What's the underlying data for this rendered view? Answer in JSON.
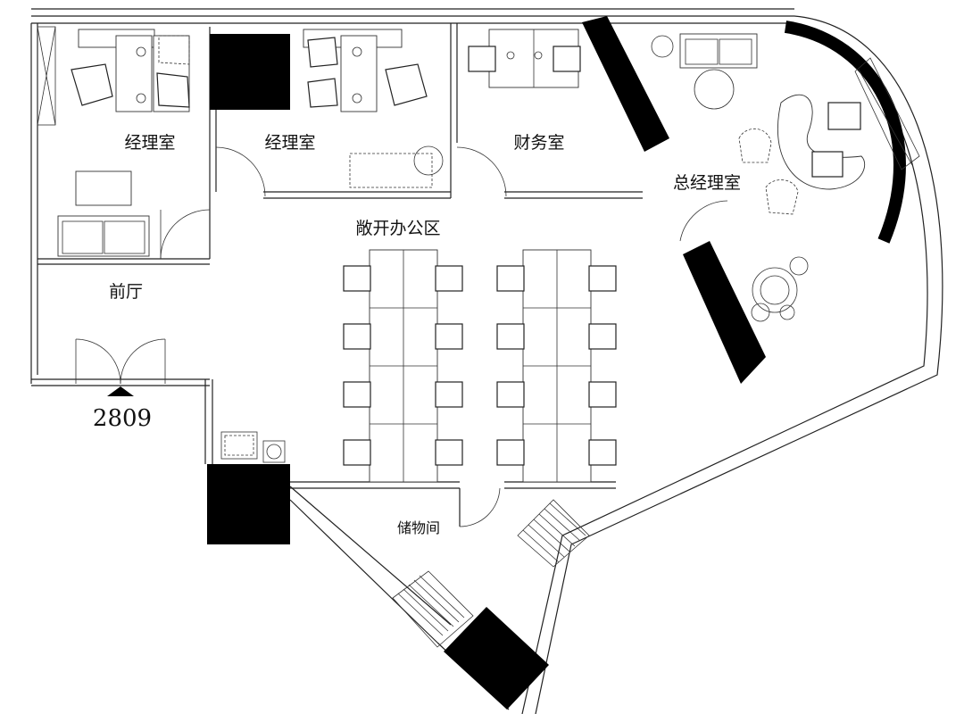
{
  "plan": {
    "rooms": {
      "manager_room_1": "经理室",
      "manager_room_2": "经理室",
      "finance_room": "财务室",
      "gm_office": "总经理室",
      "open_office": "敞开办公区",
      "lobby": "前厅",
      "storage": "储物间"
    },
    "unit_number": "2809"
  }
}
